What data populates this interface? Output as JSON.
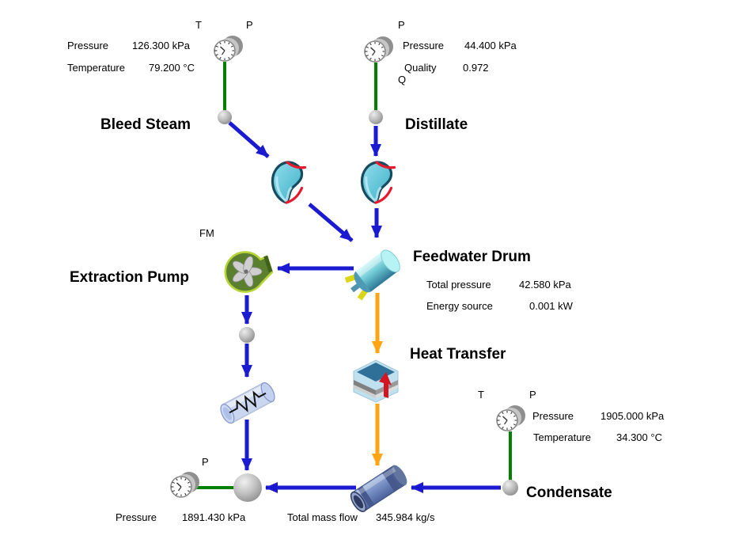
{
  "colors": {
    "background": "#ffffff",
    "stream_blue": "#1a1ad1",
    "gauge_link_green": "#018001",
    "heat_stream_orange": "#ffa513",
    "nozzle_cyan": "#49b6cf",
    "nozzle_rim_red": "#e8192c",
    "pump_green": "#5a7f2e",
    "drum_cyan": "#6fc9d4",
    "heat_cube_blue": "#2f7099"
  },
  "sources": {
    "bleed_steam": {
      "title": "Bleed Steam",
      "tag_t": "T",
      "tag_p": "P",
      "rows": [
        {
          "label": "Pressure",
          "value": "126.300 kPa"
        },
        {
          "label": "Temperature",
          "value": "79.200 °C"
        }
      ]
    },
    "distillate": {
      "title": "Distillate",
      "tag_p": "P",
      "tag_q": "Q",
      "rows": [
        {
          "label": "Pressure",
          "value": "44.400 kPa"
        },
        {
          "label": "Quality",
          "value": "0.972"
        }
      ]
    },
    "condensate": {
      "title": "Condensate",
      "tag_t": "T",
      "tag_p": "P",
      "rows": [
        {
          "label": "Pressure",
          "value": "1905.000 kPa"
        },
        {
          "label": "Temperature",
          "value": "34.300 °C"
        }
      ]
    }
  },
  "components": {
    "feedwater_drum": {
      "title": "Feedwater Drum",
      "rows": [
        {
          "label": "Total pressure",
          "value": "42.580 kPa"
        },
        {
          "label": "Energy source",
          "value": "0.001 kW"
        }
      ]
    },
    "extraction_pump": {
      "title": "Extraction Pump",
      "tag": "FM"
    },
    "heat_transfer": {
      "title": "Heat Transfer"
    },
    "outlet": {
      "tag_p": "P",
      "rows": [
        {
          "label": "Pressure",
          "value": "1891.430 kPa"
        },
        {
          "label": "Total mass flow",
          "value": "345.984 kg/s"
        }
      ]
    }
  }
}
